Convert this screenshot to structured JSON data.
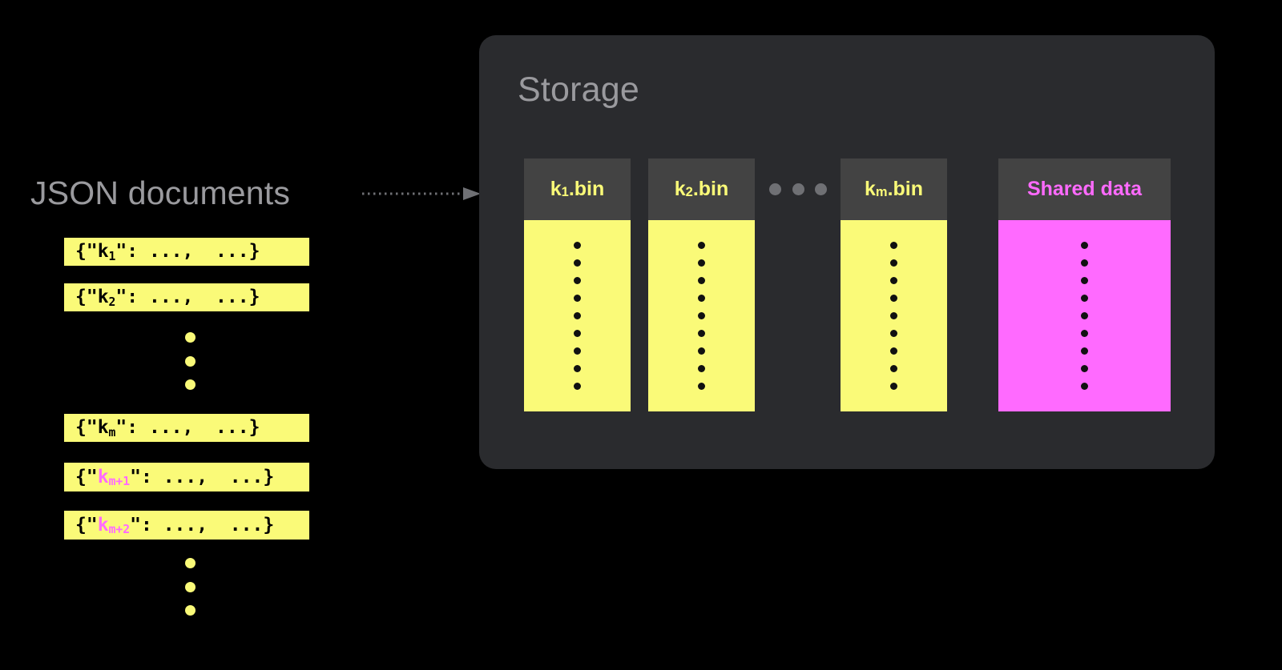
{
  "colors": {
    "background": "#000000",
    "panel": "#2a2b2e",
    "bin_header": "#434343",
    "yellow": "#fafa78",
    "magenta": "#ff6aff",
    "muted_text": "#9a9a9e",
    "gray_dot": "#6f7074",
    "black_dot": "#111111"
  },
  "left": {
    "title": "JSON documents",
    "documents": [
      {
        "prefix": "{\"",
        "key": "k",
        "sub": "1",
        "highlight": false,
        "suffix": "\": ...,  ...}"
      },
      {
        "prefix": "{\"",
        "key": "k",
        "sub": "2",
        "highlight": false,
        "suffix": "\": ...,  ...}"
      },
      {
        "prefix": "{\"",
        "key": "k",
        "sub": "m",
        "highlight": false,
        "suffix": "\": ...,  ...}"
      },
      {
        "prefix": "{\"",
        "key": "k",
        "sub": "m+1",
        "highlight": true,
        "suffix": "\": ...,  ...}"
      },
      {
        "prefix": "{\"",
        "key": "k",
        "sub": "m+2",
        "highlight": true,
        "suffix": "\": ...,  ...}"
      }
    ],
    "ellipsis_dot_count": 3
  },
  "arrow": {
    "style": "dotted",
    "direction": "right",
    "color": "#6f7074",
    "from": "JSON documents",
    "to": "Storage"
  },
  "storage": {
    "title": "Storage",
    "bins": [
      {
        "name": "k",
        "sub": "1",
        "ext": ".bin",
        "label": "k1.bin",
        "body_color": "yellow",
        "label_color": "yellow",
        "dot_count": 9
      },
      {
        "name": "k",
        "sub": "2",
        "ext": ".bin",
        "label": "k2.bin",
        "body_color": "yellow",
        "label_color": "yellow",
        "dot_count": 9
      },
      {
        "name": "k",
        "sub": "m",
        "ext": ".bin",
        "label": "km.bin",
        "body_color": "yellow",
        "label_color": "yellow",
        "dot_count": 9
      },
      {
        "name": "",
        "sub": "",
        "ext": "",
        "label": "Shared data",
        "body_color": "magenta",
        "label_color": "magenta",
        "dot_count": 9
      }
    ],
    "bin_ellipsis_dot_count": 3
  }
}
